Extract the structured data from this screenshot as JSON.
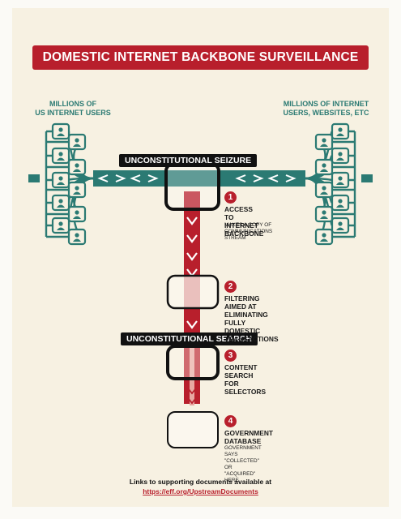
{
  "title": "DOMESTIC INTERNET BACKBONE SURVEILLANCE",
  "left_label": "MILLIONS OF\nUS INTERNET USERS",
  "right_label": "MILLIONS OF INTERNET\nUSERS, WEBSITES, ETC",
  "seizure_tag": "UNCONSTITUTIONAL SEIZURE",
  "search_tag": "UNCONSTITUTIONAL SEARCH",
  "steps": [
    {
      "num": "1",
      "title": "ACCESS TO\nINTERNET BACKBONE",
      "sub": "MAKES A COPY OF\nCOMMUNICATIONS\nSTREAM"
    },
    {
      "num": "2",
      "title": "FILTERING AIMED AT ELIMINATING\nFULLY DOMESTIC TRANSACTIONS",
      "sub": ""
    },
    {
      "num": "3",
      "title": "CONTENT SEARCH\nFOR SELECTORS",
      "sub": ""
    },
    {
      "num": "4",
      "title": "GOVERNMENT\nDATABASE",
      "sub": "GOVERNMENT SAYS \"COLLECTED\"\nOR \"ACQUIRED\" HERE"
    }
  ],
  "footer_text": "Links to supporting documents available at",
  "footer_link": "https://eff.org/UpstreamDocuments",
  "colors": {
    "teal": "#2b7a73",
    "red": "#b81f2c",
    "cream": "#f7f1e2",
    "black": "#111111"
  }
}
